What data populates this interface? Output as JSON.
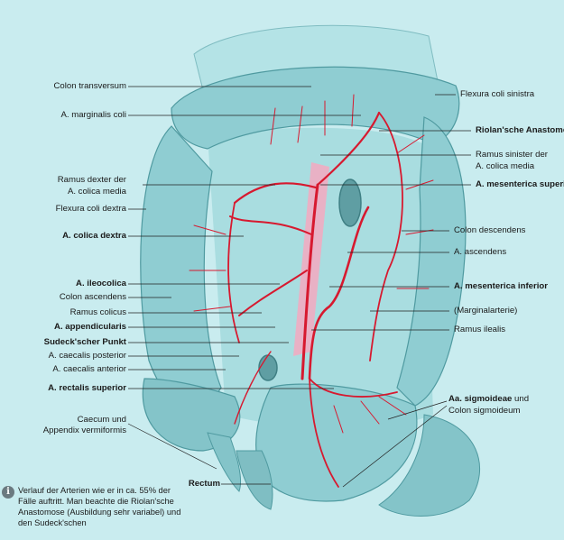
{
  "labels": {
    "colon_transversum": "Colon transversum",
    "flexura_coli_sinistra": "Flexura coli sinistra",
    "a_marginalis_coli": "A. marginalis coli",
    "riolan_anastomose": "Riolan'sche Anastomose",
    "ramus_sinister_1": "Ramus sinister der",
    "ramus_sinister_2": "A. colica media",
    "ramus_dexter_1": "Ramus dexter der",
    "ramus_dexter_2": "A. colica media",
    "a_mesenterica_superior": "A. mesenterica superior",
    "flexura_coli_dextra": "Flexura coli dextra",
    "colon_descendens": "Colon descendens",
    "a_colica_dextra": "A. colica dextra",
    "a_ascendens": "A. ascendens",
    "a_ileocolica": "A. ileocolica",
    "a_mesenterica_inferior": "A. mesenterica inferior",
    "colon_ascendens": "Colon ascendens",
    "ramus_colicus": "Ramus colicus",
    "marginalarterie": "(Marginalarterie)",
    "a_appendicularis": "A. appendicularis",
    "ramus_ilealis": "Ramus ilealis",
    "sudeck_punkt": "Sudeck'scher Punkt",
    "a_caecalis_posterior": "A. caecalis posterior",
    "a_caecalis_anterior": "A. caecalis anterior",
    "a_rectalis_superior": "A. rectalis superior",
    "aa_sigmoideae": "Aa. sigmoideae",
    "und": " und",
    "colon_sigmoideum": "Colon sigmoideum",
    "caecum_1": "Caecum und",
    "caecum_2": "Appendix vermiformis",
    "rectum": "Rectum"
  },
  "note": {
    "text": "Verlauf der Arterien wie er in ca. 55% der Fälle auftritt. Man beachte die Riolan'sche Anastomose (Ausbildung sehr variabel) und den Sudeck'schen",
    "icon": "i"
  },
  "colors": {
    "background": "#c9ecef",
    "colon": "#8fcdd2",
    "colon_dark": "#5fa8ae",
    "artery": "#d7192f",
    "highlight": "#f4a9bf"
  }
}
